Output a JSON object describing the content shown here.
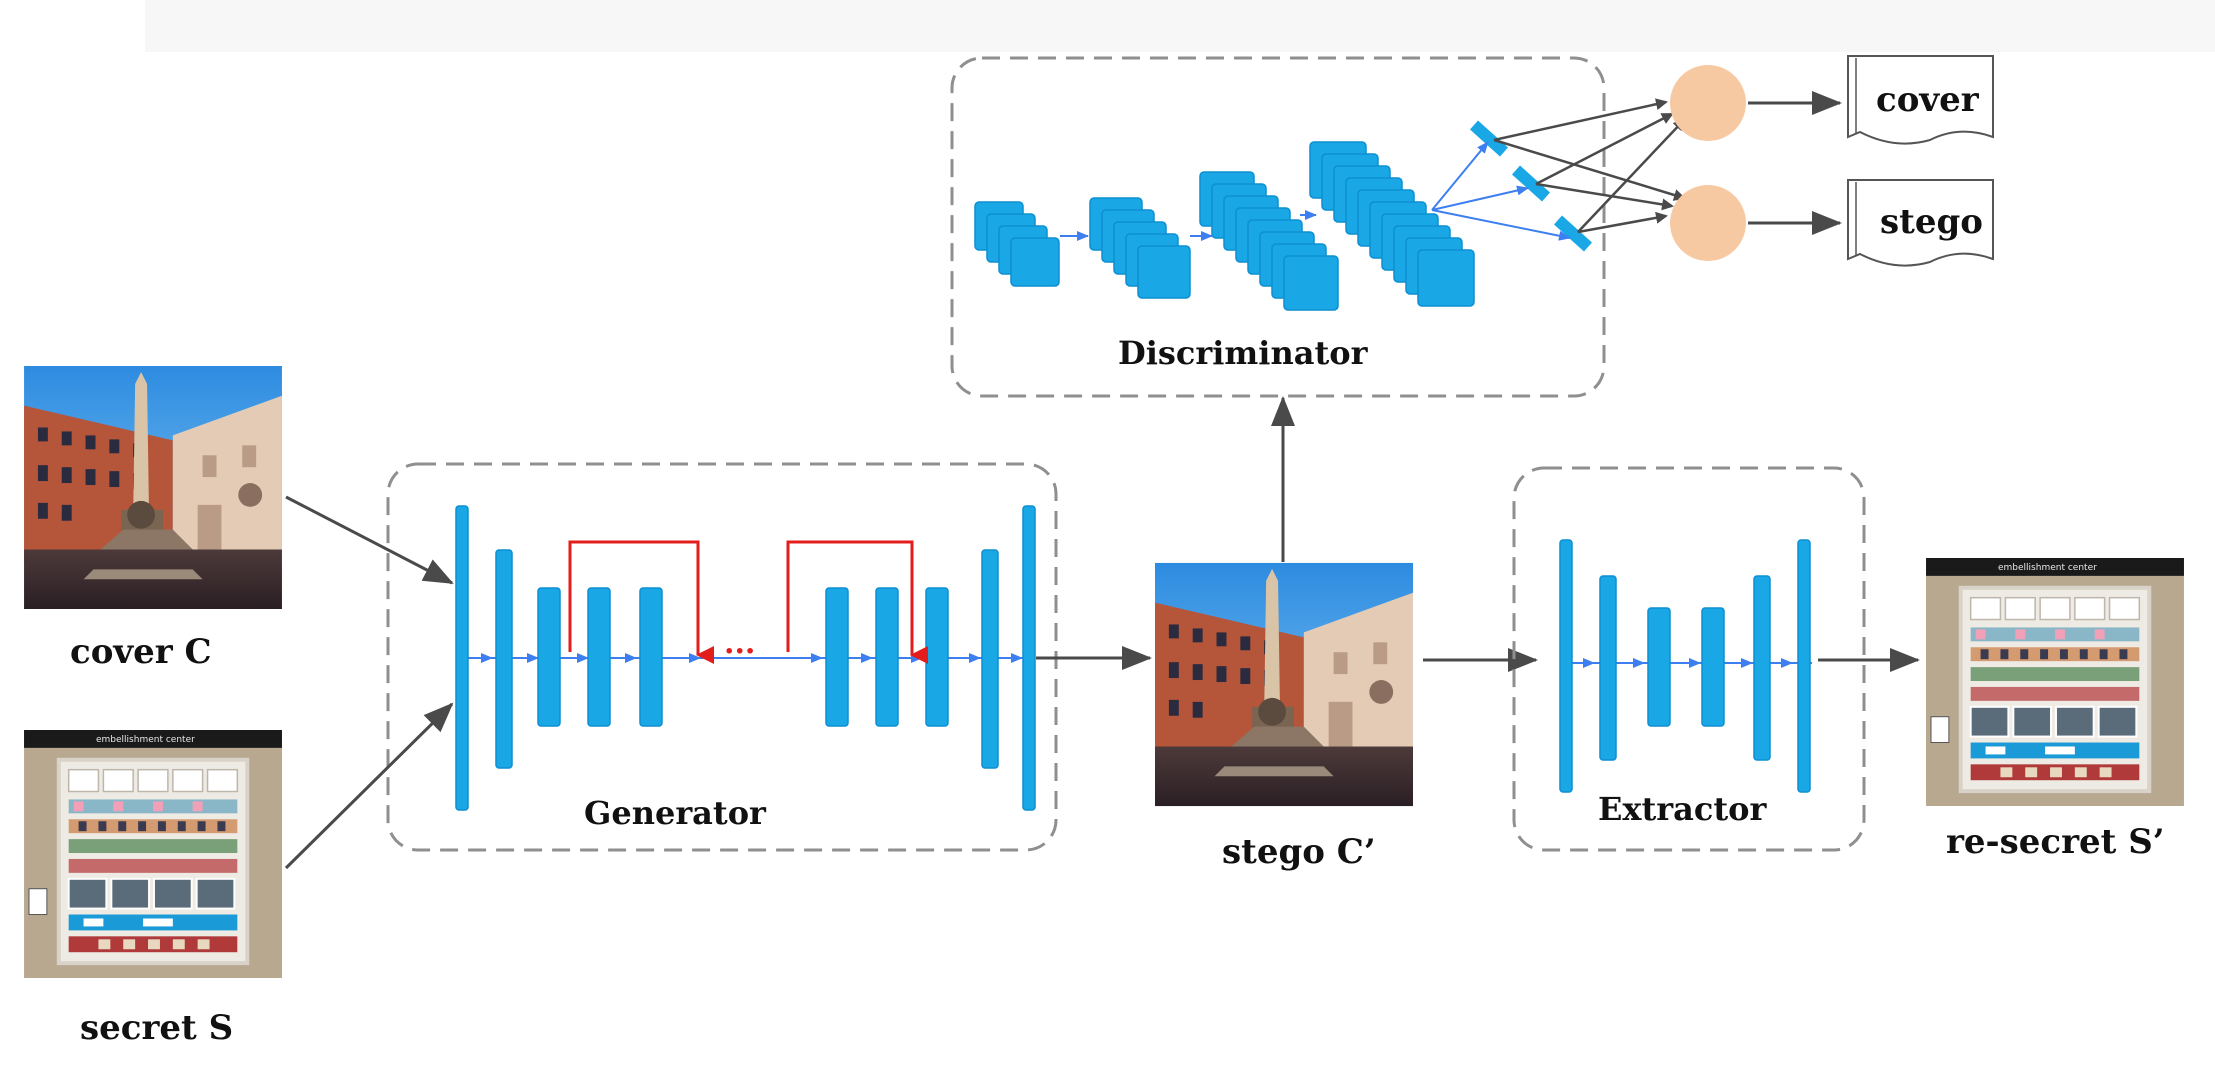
{
  "colors": {
    "layer_blue": "#1aa7e6",
    "layer_edge": "#0c8fd1",
    "skip_red": "#e31c1c",
    "box_dash": "#8f8f8f",
    "node_peach": "#f7c9a3",
    "arrow_gray": "#4a4a4a"
  },
  "inputs": {
    "cover_label": "cover C",
    "secret_label": "secret S"
  },
  "generator": {
    "label": "Generator",
    "ellipsis": "···"
  },
  "stego": {
    "label": "stego C’"
  },
  "discriminator": {
    "label": "Discriminator"
  },
  "extractor": {
    "label": "Extractor"
  },
  "output": {
    "label": "re-secret S’"
  },
  "outputs": {
    "cover": "cover",
    "stego": "stego"
  },
  "images": {
    "cover_image": "photo-piazza-obelisk",
    "secret_image": "photo-shop-display",
    "stego_image": "photo-piazza-obelisk",
    "resecret_image": "photo-shop-display",
    "secret_banner": "embellishment center"
  }
}
